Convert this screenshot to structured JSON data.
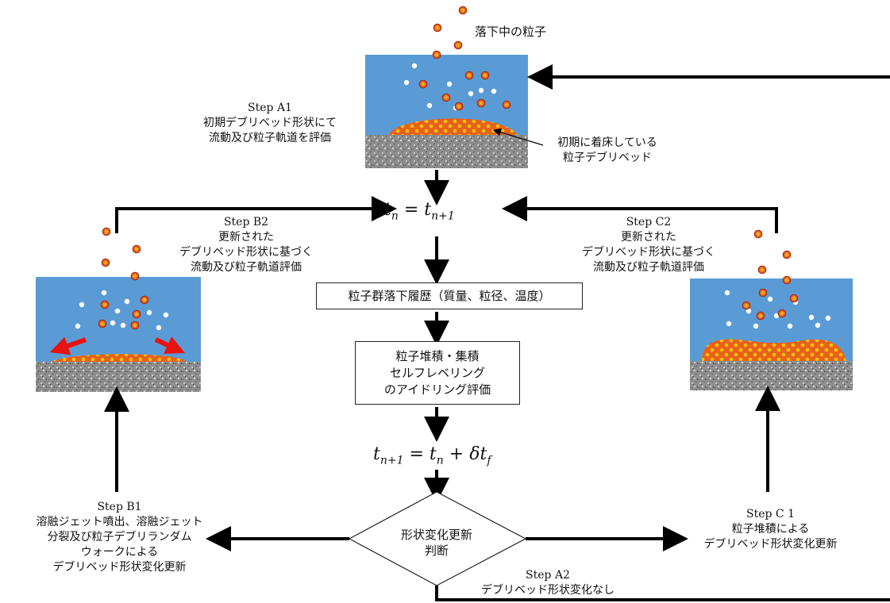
{
  "falling_particles_label": "落下中の粒子",
  "initial_bed_label": [
    "初期に着床している",
    "粒子デブリベッド"
  ],
  "step_a1": {
    "title": "Step A1",
    "lines": [
      "初期デブリベッド形状にて",
      "流動及び粒子軌道を評価"
    ]
  },
  "step_b2": {
    "title": "Step B2",
    "lines": [
      "更新された",
      "デブリベッド形状に基づく",
      "流動及び粒子軌道評価"
    ]
  },
  "step_c2": {
    "title": "Step C2",
    "lines": [
      "更新された",
      "デブリベッド形状に基づく",
      "流動及び粒子軌道評価"
    ]
  },
  "step_b1": {
    "title": "Step B1",
    "lines": [
      "溶融ジェット噴出、溶融ジェット",
      "分裂及び粒子デブリランダム",
      "ウォークによる",
      "デブリベッド形状変化更新"
    ]
  },
  "step_c1": {
    "title": "Step C 1",
    "lines": [
      "粒子堆積による",
      "デブリベッド形状変化更新"
    ]
  },
  "step_a2": {
    "title": "Step A2",
    "lines": [
      "デブリベッド形状変化なし"
    ]
  },
  "box_history": "粒子群落下履歴（質量、粒径、温度）",
  "box_deposition": [
    "粒子堆積・集積",
    "セルフレベリング",
    "のアイドリング評価"
  ],
  "decision": [
    "形状変化更新",
    "判断"
  ],
  "eq1": {
    "lhs": "t",
    "lhs_sub": "n",
    "rhs": "t",
    "rhs_sub": "n+1"
  },
  "eq2": {
    "lhs": "t",
    "lhs_sub": "n+1",
    "r1": "t",
    "r1_sub": "n",
    "delta": "δt",
    "delta_sub": "f"
  },
  "colors": {
    "water": "#5b9bd5",
    "debris": "#e8601c",
    "debris_dot": "#f5c400",
    "floor": "#8c8c8c",
    "arrow": "#000000",
    "red_arrow": "#e8130f"
  }
}
